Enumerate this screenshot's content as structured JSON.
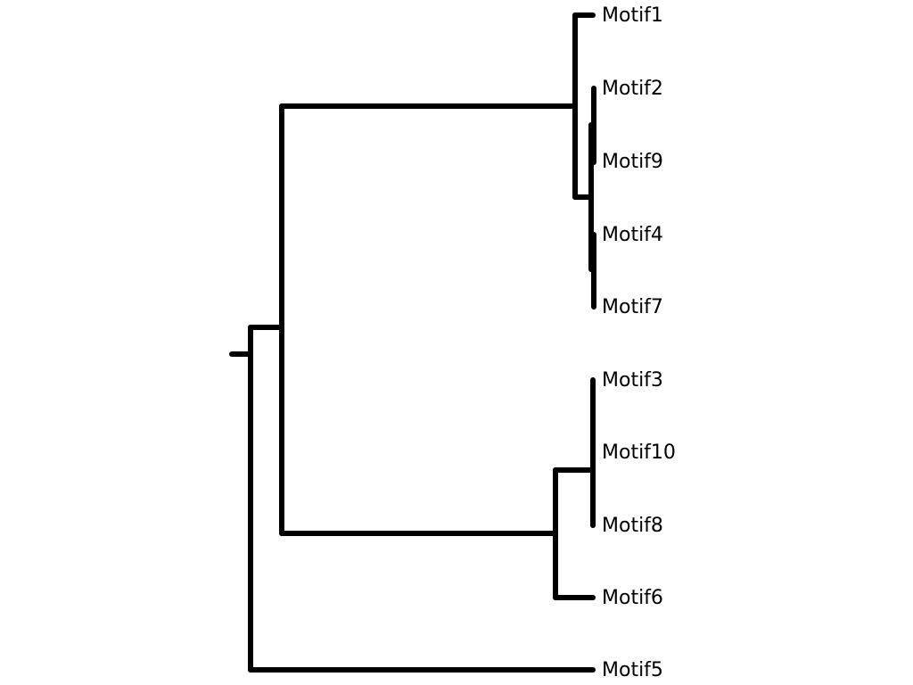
{
  "diagram": {
    "type": "dendrogram",
    "leaves": [
      "Motif1",
      "Motif2",
      "Motif9",
      "Motif4",
      "Motif7",
      "Motif3",
      "Motif10",
      "Motif8",
      "Motif6",
      "Motif5"
    ],
    "line_color": "#000000",
    "label_color": "#000000",
    "background": "#ffffff"
  }
}
